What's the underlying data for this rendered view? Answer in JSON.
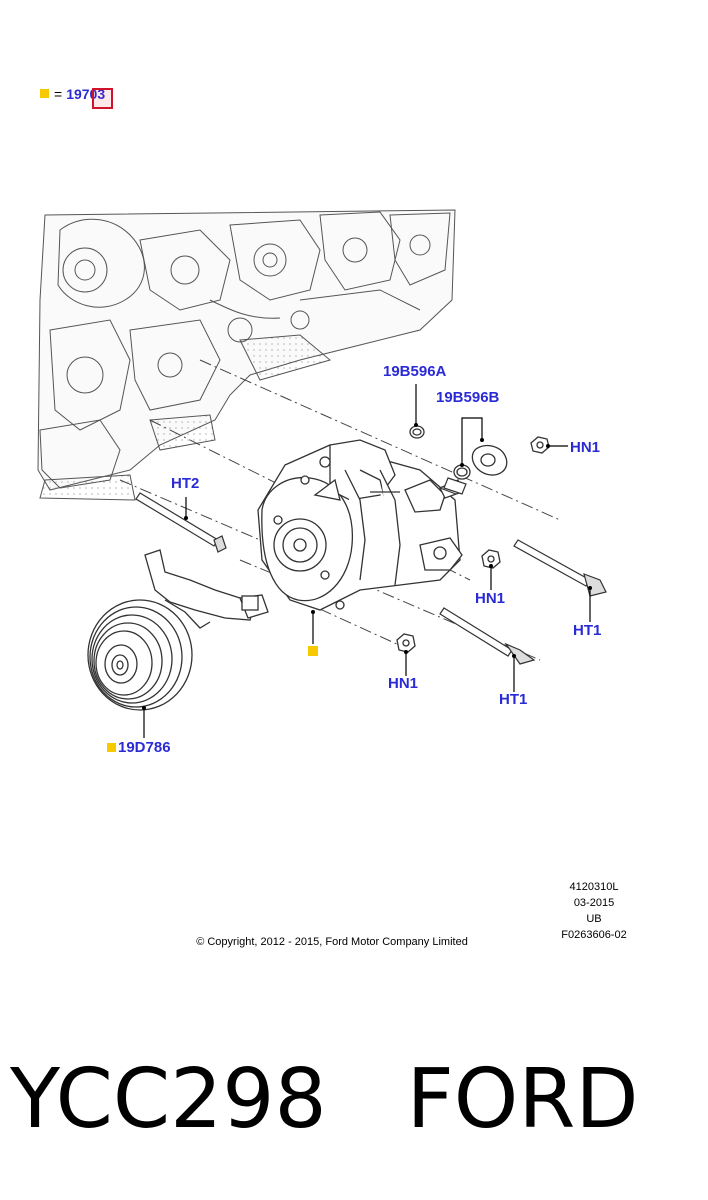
{
  "legend": {
    "equals": "=",
    "base_part": "19703",
    "marker_color": "#f6c900"
  },
  "callouts": {
    "c_19b596a": "19B596A",
    "c_19b596b": "19B596B",
    "c_hn1_top": "HN1",
    "c_ht2": "HT2",
    "c_hn1_mid": "HN1",
    "c_ht1_right": "HT1",
    "c_hn1_bottom": "HN1",
    "c_ht1_bottom": "HT1",
    "c_19d786": "19D786"
  },
  "footer": {
    "code1": "4120310L",
    "code2": "03-2015",
    "code3": "UB",
    "code4": "F0263606-02",
    "copyright": "© Copyright, 2012 - 2015, Ford Motor Company Limited"
  },
  "caption": {
    "part_number": "YCC298",
    "brand": "FORD"
  },
  "colors": {
    "callout": "#2b2bd6",
    "highlight": "#d0132a"
  }
}
